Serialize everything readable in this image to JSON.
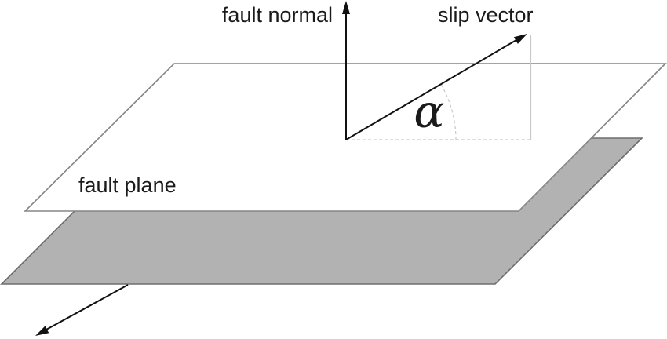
{
  "diagram": {
    "title": "fault geometry diagram",
    "labels": {
      "fault_normal": "fault normal",
      "slip_vector": "slip vector",
      "fault_plane": "fault plane",
      "angle_symbol": "α"
    },
    "angle": {
      "symbol": "α",
      "between": [
        "slip vector",
        "fault plane horizontal reference"
      ],
      "approx_degrees": 30
    },
    "colors": {
      "background": "#ffffff",
      "fault_plane_fill": "#ffffff",
      "fault_plane_stroke": "#858585",
      "lower_plane_fill": "#b2b2b2",
      "lower_plane_stroke": "#6e6e6e",
      "vector_stroke": "#111111",
      "construction_stroke": "#c9c9c9",
      "text": "#1a1a1a"
    }
  }
}
